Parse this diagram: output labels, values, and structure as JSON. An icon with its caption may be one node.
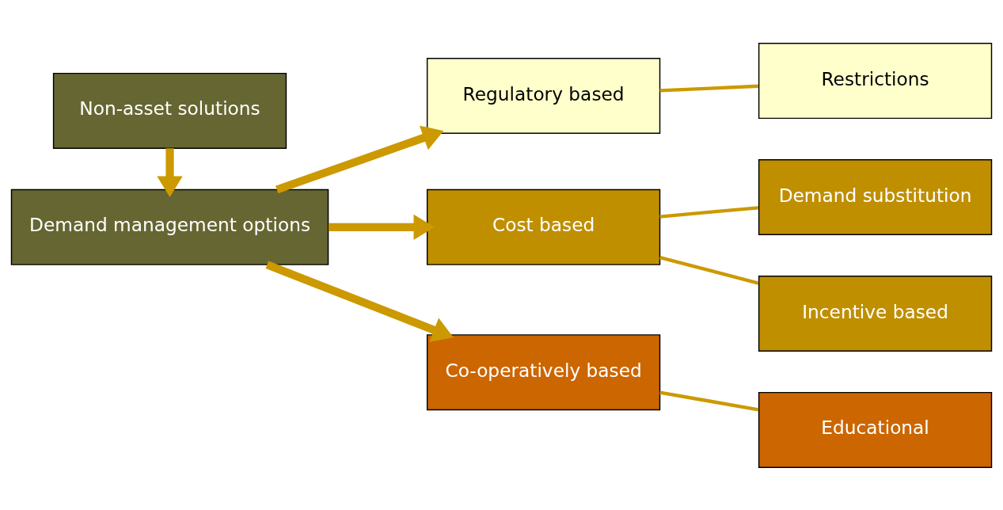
{
  "diagram": {
    "nodes": [
      {
        "text": [
          "Non-asset solutions"
        ]
      },
      {
        "text": [
          "Demand management options"
        ]
      },
      {
        "text": [
          "Regulatory based"
        ]
      },
      {
        "text": [
          "Restrictions"
        ]
      },
      {
        "text": [
          "Cost based"
        ]
      },
      {
        "text": [
          "Demand substitution"
        ]
      },
      {
        "text": [
          "Incentive based"
        ]
      },
      {
        "text": [
          "Co-operatively based"
        ]
      },
      {
        "text": [
          "Educational"
        ]
      }
    ],
    "edges": [
      {
        "from": 0,
        "to": 1,
        "arrow": "to",
        "style": "thick"
      },
      {
        "from": 1,
        "to": 2,
        "arrow": "to",
        "style": "thick"
      },
      {
        "from": 1,
        "to": 4,
        "arrow": "to",
        "style": "thick"
      },
      {
        "from": 1,
        "to": 7,
        "arrow": "to",
        "style": "thick"
      },
      {
        "from": 2,
        "to": 3,
        "arrow": "none"
      },
      {
        "from": 4,
        "to": 5,
        "arrow": "none"
      },
      {
        "from": 4,
        "to": 6,
        "arrow": "none"
      },
      {
        "from": 7,
        "to": 8,
        "arrow": "none"
      }
    ]
  }
}
